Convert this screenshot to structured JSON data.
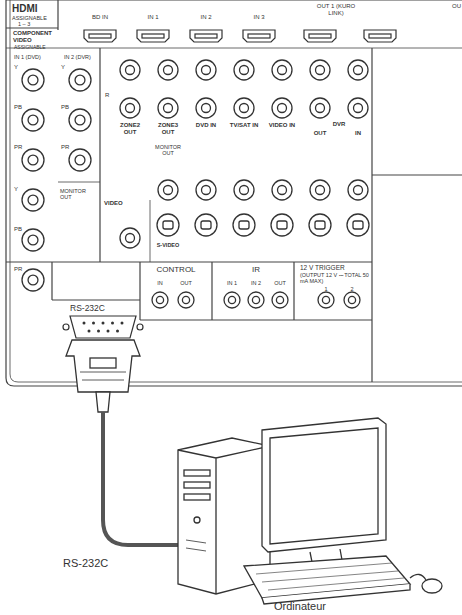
{
  "diagram": {
    "labels": [
      "HDMI",
      "ASSIGNABLE",
      "1 – 3",
      "BD IN",
      "IN 1",
      "IN 2",
      "IN 3",
      "OUT 1 (KURO LINK)",
      "OU",
      "COMPONENT VIDEO",
      "ASSIGNABLE",
      "IN 1 (DVD)",
      "IN 2 (DVR)",
      "Y",
      "PB",
      "PR",
      "Y",
      "PB",
      "PR",
      "R",
      "ZONE2 OUT",
      "ZONE3 OUT",
      "DVD IN",
      "TV/SAT IN",
      "VIDEO IN",
      "DVR",
      "OUT",
      "IN",
      "MONITOR OUT",
      "VIDEO",
      "S-VIDEO",
      "Y",
      "PB",
      "PR",
      "MONITOR OUT",
      "RS-232C",
      "CONTROL",
      "IN",
      "OUT",
      "IR",
      "IN 1",
      "IN 2",
      "OUT",
      "12 V TRIGGER",
      "(OUTPUT 12 V ⎓ TOTAL 50 mA MAX)",
      "1",
      "2",
      "RS-232C",
      "Ordinateur"
    ]
  }
}
